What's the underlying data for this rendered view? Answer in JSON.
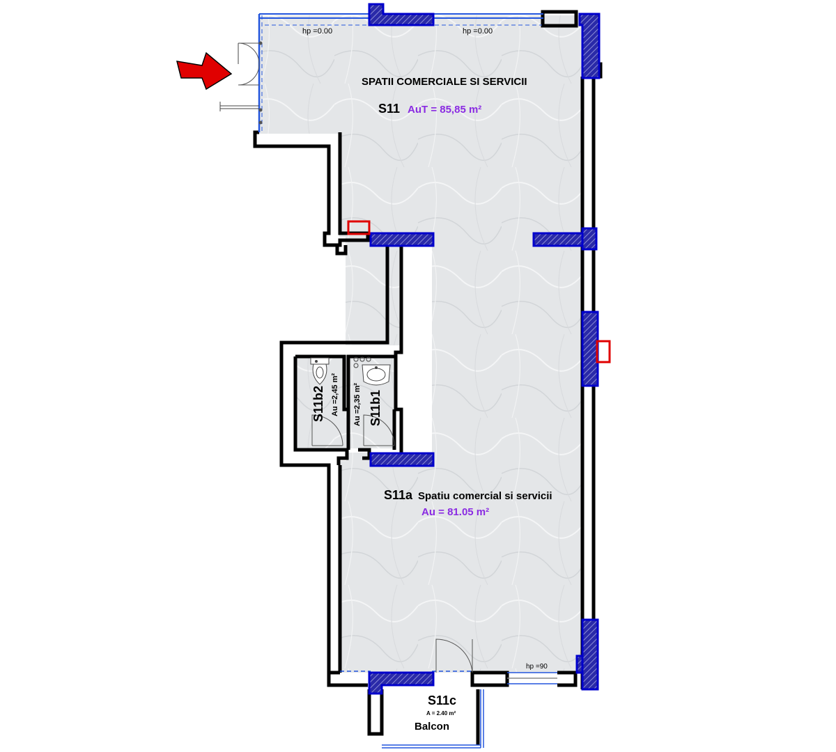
{
  "rooms": {
    "s11": {
      "title": "SPATII COMERCIALE SI SERVICII",
      "code": "S11",
      "area": "AuT = 85,85  m²",
      "hp_left": "hp =0.00",
      "hp_right": "hp =0.00"
    },
    "s11a": {
      "code": "S11a",
      "title": "Spatiu comercial si servicii",
      "area": "Au  = 81.05   m²",
      "hp": "hp =90"
    },
    "s11b2": {
      "code": "S11b2",
      "area": "Au =2,45  m²"
    },
    "s11b1": {
      "code": "S11b1",
      "area": "Au =2,35  m²"
    },
    "s11c": {
      "code": "S11c",
      "area": "A  = 2.40 m²",
      "name": "Balcon"
    }
  },
  "colors": {
    "wall": "#000000",
    "column_fill": "#1a1aa0",
    "column_border": "#0000cc",
    "floor": "#e6e8ea",
    "entrance_arrow": "#e00000",
    "marker": "#e00000",
    "area_text": "#8a2be2",
    "window": "#2255dd"
  },
  "icons": [
    "entrance-arrow-icon",
    "toilet-icon",
    "sink-icon"
  ]
}
